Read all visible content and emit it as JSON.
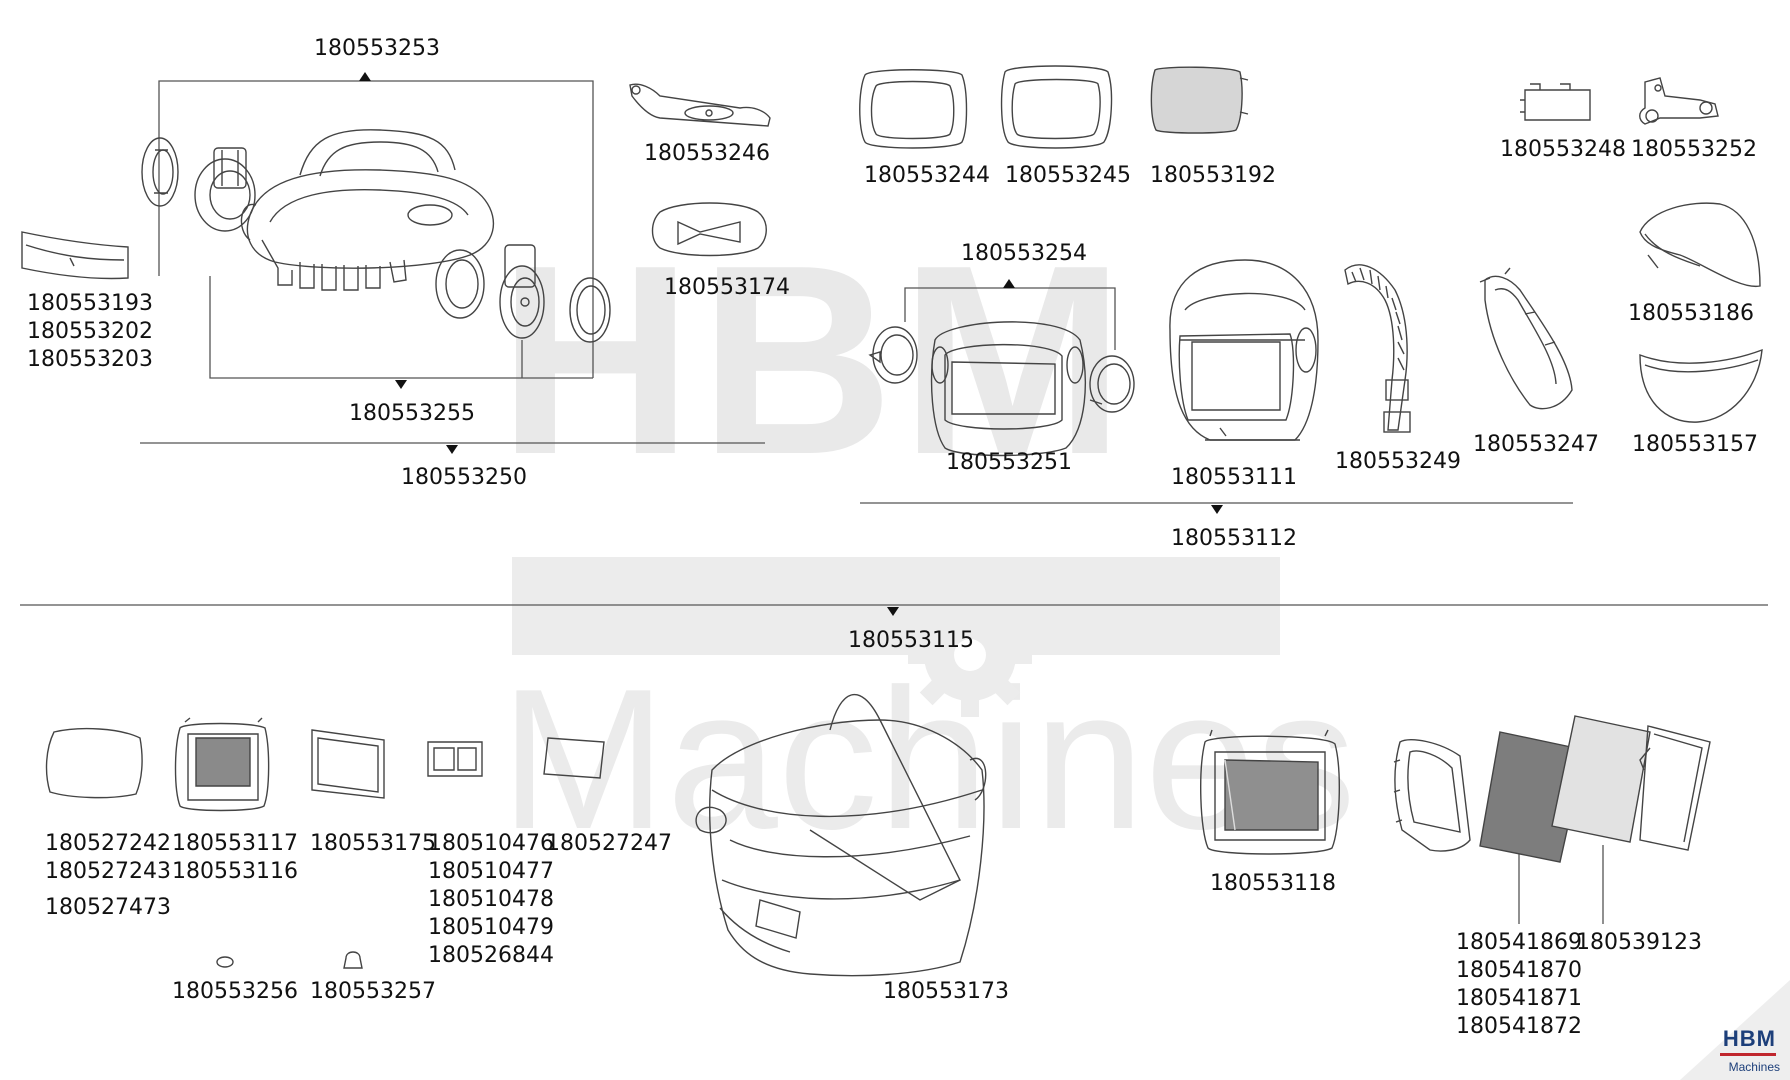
{
  "watermark": {
    "brand": "HBM",
    "subtitle": "Machines"
  },
  "logo": {
    "brand": "HBM",
    "subtitle": "Machines"
  },
  "parts": {
    "p180553253": "180553253",
    "p180553246": "180553246",
    "p180553244": "180553244",
    "p180553245": "180553245",
    "p180553192": "180553192",
    "p180553248": "180553248",
    "p180553252": "180553252",
    "p180553174": "180553174",
    "p180553193": "180553193",
    "p180553202": "180553202",
    "p180553203": "180553203",
    "p180553255": "180553255",
    "p180553250": "180553250",
    "p180553254": "180553254",
    "p180553186": "180553186",
    "p180553251": "180553251",
    "p180553111": "180553111",
    "p180553249": "180553249",
    "p180553247": "180553247",
    "p180553157": "180553157",
    "p180553112": "180553112",
    "p180553115": "180553115",
    "p180527242": "180527242",
    "p180527243": "180527243",
    "p180527473": "180527473",
    "p180553117": "180553117",
    "p180553116": "180553116",
    "p180553175": "180553175",
    "p180510476": "180510476",
    "p180510477": "180510477",
    "p180510478": "180510478",
    "p180510479": "180510479",
    "p180526844": "180526844",
    "p180527247": "180527247",
    "p180553256": "180553256",
    "p180553257": "180553257",
    "p180553173": "180553173",
    "p180553118": "180553118",
    "p180541869": "180541869",
    "p180541870": "180541870",
    "p180541871": "180541871",
    "p180541872": "180541872",
    "p180539123": "180539123"
  }
}
